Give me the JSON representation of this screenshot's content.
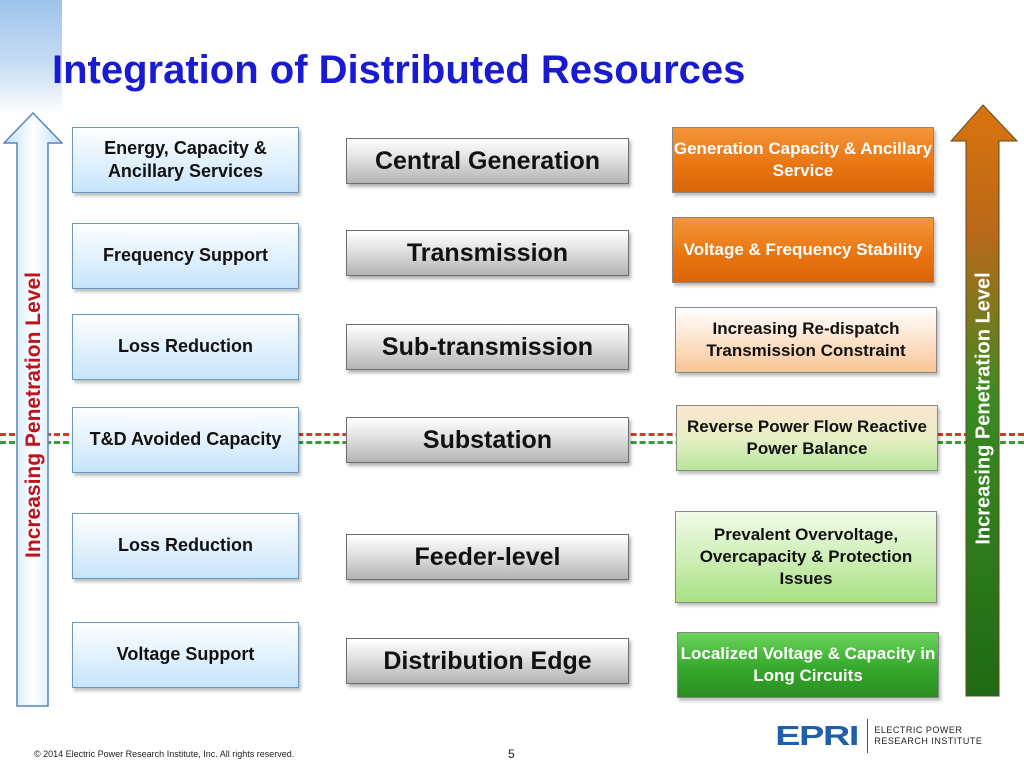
{
  "title": "Integration of Distributed Resources",
  "left_arrow_label": "Increasing Penetration Level",
  "right_arrow_label": "Increasing Penetration Level",
  "left_column": [
    "Energy, Capacity & Ancillary Services",
    "Frequency Support",
    "Loss Reduction",
    "T&D Avoided Capacity",
    "Loss Reduction",
    "Voltage Support"
  ],
  "middle_column": [
    "Central Generation",
    "Transmission",
    "Sub-transmission",
    "Substation",
    "Feeder-level",
    "Distribution Edge"
  ],
  "right_column": [
    "Generation Capacity & Ancillary Service",
    "Voltage & Frequency Stability",
    "Increasing Re-dispatch Transmission Constraint",
    "Reverse Power Flow Reactive Power Balance",
    "Prevalent Overvoltage, Overcapacity & Protection Issues",
    "Localized Voltage & Capacity in Long Circuits"
  ],
  "colors": {
    "title": "#1a1ad0",
    "orange": "#e8740f",
    "peach": "#fbd7b5",
    "light_green": "#c9eeb3",
    "green": "#2e9a2a",
    "dashed_red": "#d33a2a",
    "dashed_green": "#3a9a34"
  },
  "footer": {
    "copyright": "© 2014 Electric Power Research Institute, Inc. All rights reserved.",
    "page_number": "5"
  },
  "logo": {
    "mark": "EPRI",
    "line1": "ELECTRIC POWER",
    "line2": "RESEARCH INSTITUTE"
  }
}
